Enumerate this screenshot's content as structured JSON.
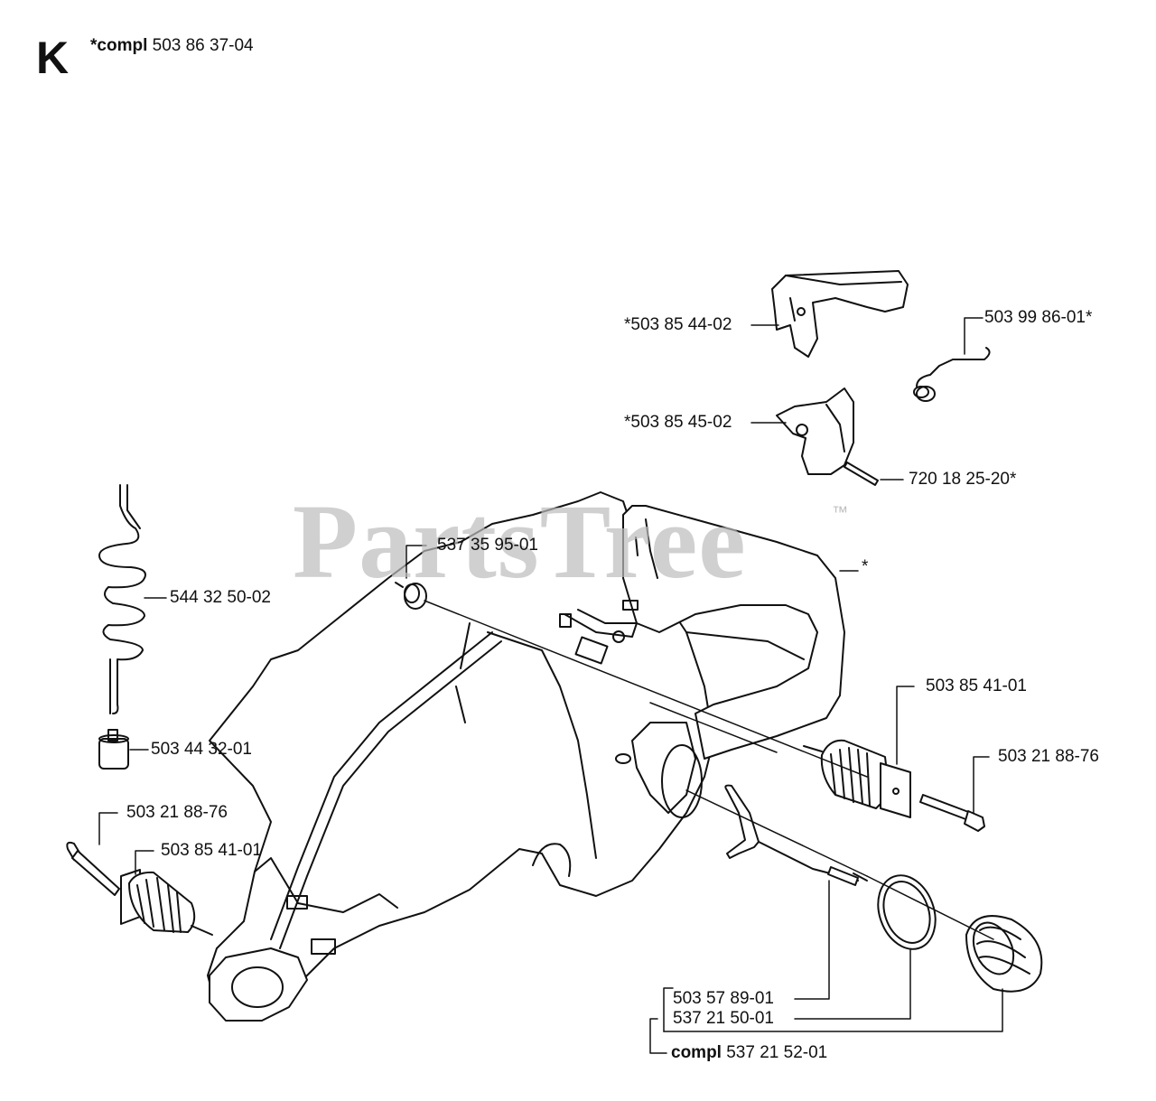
{
  "section": {
    "letter": "K",
    "compl_prefix": "*compl",
    "compl_number": "503 86 37-04"
  },
  "watermark": {
    "text": "PartsTree",
    "tm": "™"
  },
  "parts": {
    "throttle_lockout": "*503 85 44-02",
    "spring_wire": "503 99 86-01*",
    "throttle_trigger": "*503 85 45-02",
    "pin": "720 18 25-20*",
    "handle_star": "*",
    "fuel_hose": "544 32 50-02",
    "fuel_filter": "503 44 32-01",
    "buffer": "537 35 95-01",
    "av_element_right": "503 85 41-01",
    "screw_right": "503 21 88-76",
    "screw_left": "503 21 88-76",
    "av_element_left": "503 85 41-01",
    "cap_cable": "503 57 89-01",
    "o_ring": "537 21 50-01",
    "cap_compl_prefix": "compl",
    "cap_compl_number": "537 21 52-01"
  }
}
